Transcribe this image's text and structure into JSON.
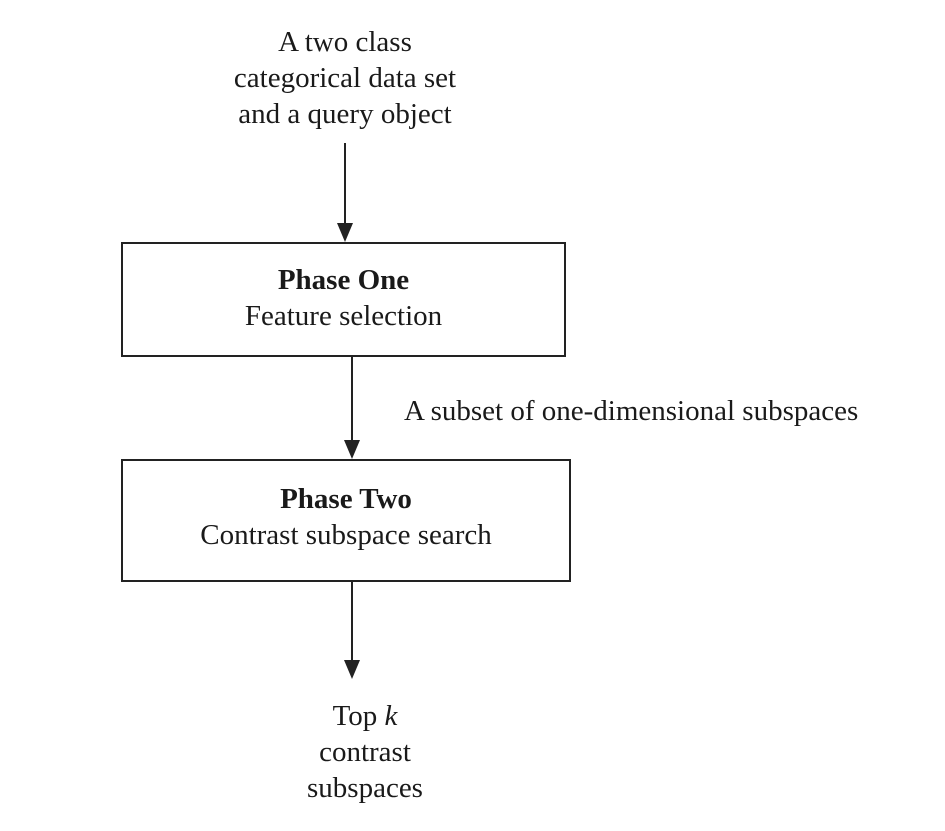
{
  "input_node": {
    "lines": [
      "A two class",
      "categorical data set",
      "and a query object"
    ]
  },
  "phase_one": {
    "title": "Phase One",
    "subtitle": "Feature selection"
  },
  "edge_one_label": "A subset of one-dimensional subspaces",
  "phase_two": {
    "title": "Phase Two",
    "subtitle": "Contrast subspace search"
  },
  "output_node": {
    "line1_prefix": "Top ",
    "line1_var": "k",
    "line2": "contrast",
    "line3": "subspaces"
  },
  "colors": {
    "stroke": "#222222",
    "text": "#1a1a1a",
    "background": "#ffffff"
  }
}
